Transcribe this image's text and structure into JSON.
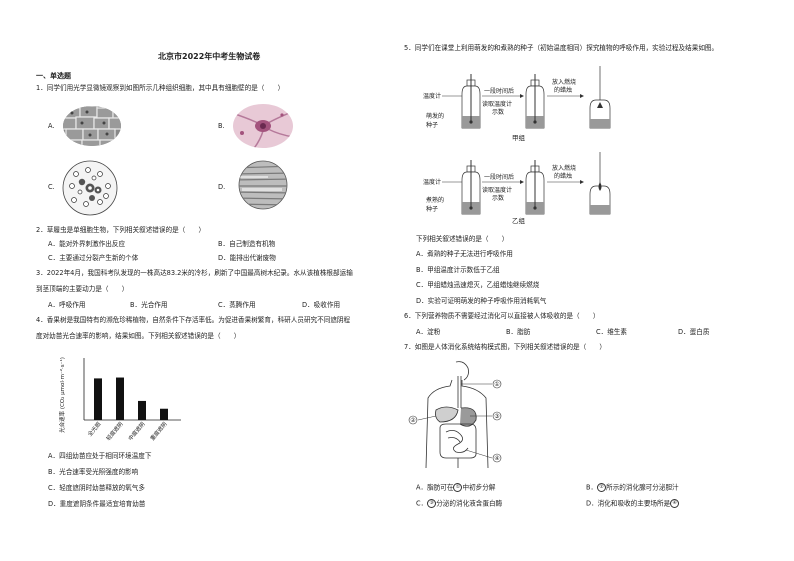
{
  "title": "北京市2022年中考生物试卷",
  "section": "一、单选题",
  "q1": {
    "stem": "1．同学们用光学显微镜观察到如图所示几种组织细胞，其中具有细胞壁的是（　　）",
    "labels": [
      "A.",
      "B.",
      "C.",
      "D."
    ]
  },
  "q2": {
    "stem": "2．草履虫是单细胞生物，下列相关叙述错误的是（　　）",
    "A": "A．能对外界刺激作出反应",
    "B": "B．自己制造有机物",
    "C": "C．主要通过分裂产生新的个体",
    "D": "D．能排出代谢废物"
  },
  "q3": {
    "stem1": "3．2022年4月，我国科考队发现的一株高达83.2米的冷杉，刷新了中国最高树木纪录。水从该植株根部运输",
    "stem2": "到茎顶端的主要动力是（　　）",
    "A": "A．呼吸作用",
    "B": "B．光合作用",
    "C": "C．蒸腾作用",
    "D": "D．吸收作用"
  },
  "q4": {
    "stem1": "4．香果树是我国特有的濒危珍稀植物，自然条件下存活率低。为促进香果树繁育，科研人员研究不同遮阴程",
    "stem2": "度对幼苗光合速率的影响，结果如图。下列相关叙述错误的是（　　）",
    "A": "A．四组幼苗应处于相同环境温度下",
    "B": "B．光合速率受光照强度的影响",
    "C": "C．轻度遮阴时幼苗释放的氧气多",
    "D": "D．重度遮阴条件最适宜培育幼苗"
  },
  "chart_data": {
    "type": "bar",
    "categories": [
      "全光照",
      "轻度遮阴",
      "中度遮阴",
      "重度遮阴"
    ],
    "values": [
      4.8,
      4.9,
      2.2,
      1.3
    ],
    "ylabel": "光合速率 (CO₂ μmol·m⁻²·s⁻¹)",
    "xlabel": "",
    "title": ""
  },
  "q5": {
    "stem": "5．同学们在课堂上利用萌发的和煮熟的种子（初始温度相同）探究植物的呼吸作用，实验过程及结果如图。",
    "jia": {
      "thermo": "温度计",
      "arrow1": "一段时间后",
      "arrow1b": "读取温度计",
      "arrow1c": "示数",
      "seed1": "萌发的",
      "seed2": "种子",
      "candle1": "放入燃烧",
      "candle2": "的蜡烛",
      "group": "甲组"
    },
    "yi": {
      "thermo": "温度计",
      "arrow1": "一段时间后",
      "arrow1b": "读取温度计",
      "arrow1c": "示数",
      "seed1": "煮熟的",
      "seed2": "种子",
      "candle1": "放入燃烧",
      "candle2": "的蜡烛",
      "group": "乙组"
    },
    "sub": "下列相关叙述错误的是（　　）",
    "A": "A．煮熟的种子无法进行呼吸作用",
    "B": "B．甲组温度计示数低于乙组",
    "C": "C．甲组蜡烛迅速熄灭，乙组蜡烛继续燃烧",
    "D": "D．实验可证明萌发的种子呼吸作用消耗氧气"
  },
  "q6": {
    "stem": "6．下列营养物质不需要经过消化可以直接被人体吸收的是（　　）",
    "A": "A．淀粉",
    "B": "B．脂肪",
    "C": "C．维生素",
    "D": "D．蛋白质"
  },
  "q7": {
    "stem": "7．如图是人体消化系统结构模式图，下列相关叙述错误的是（　　）",
    "marks": [
      "①",
      "②",
      "③",
      "④"
    ],
    "A_pre": "A．脂肪可在",
    "A_num": "①",
    "A_post": "中初步分解",
    "B_pre": "B．",
    "B_num": "②",
    "B_post": "所示的消化腺可分泌胆汁",
    "C_pre": "C．",
    "C_num": "③",
    "C_post": "分泌的消化液含蛋白酶",
    "D_pre": "D．消化和吸收的主要场所是",
    "D_num": "④"
  }
}
